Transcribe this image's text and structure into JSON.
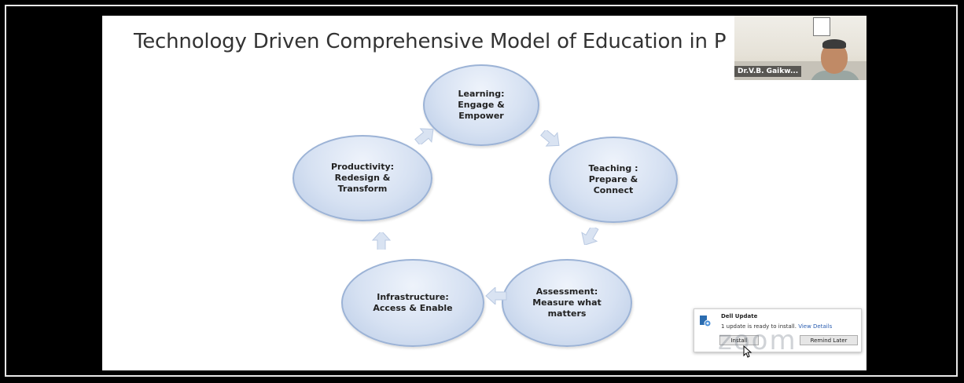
{
  "slide": {
    "title": "Technology Driven Comprehensive Model of Education in P",
    "nodes": {
      "learning": "Learning: Engage & Empower",
      "teaching": "Teaching : Prepare & Connect",
      "assessment": "Assessment: Measure what matters",
      "infrastructure": "Infrastructure: Access & Enable",
      "productivity": "Productivity: Redesign & Transform"
    },
    "colors": {
      "node_fill": "#d6e1f2",
      "node_border": "#9cb3d6",
      "arrow_fill": "#d9e3f2"
    }
  },
  "video": {
    "participant_name": "Dr.V.B. Gaikw..."
  },
  "notification": {
    "title": "Dell Update",
    "message": "1 update is ready to install.",
    "link": "View Details",
    "install_label": "Install",
    "remind_label": "Remind Later",
    "icon": "dell-update-icon"
  },
  "watermark": "zoom"
}
